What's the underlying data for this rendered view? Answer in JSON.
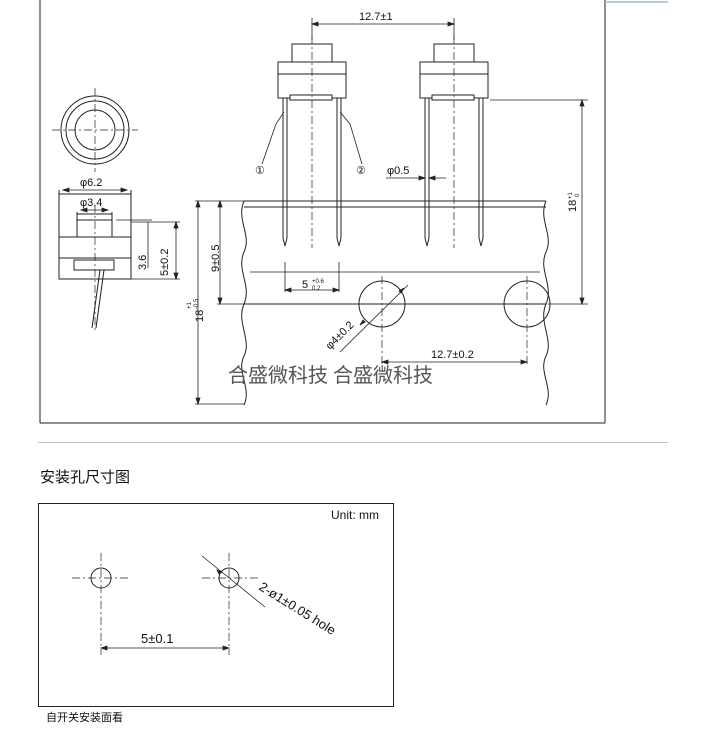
{
  "main_drawing": {
    "dims": {
      "pitch_top": "12.7±1",
      "dia_62": "φ6.2",
      "dia_34": "φ3.4",
      "h_36": "3.6",
      "h_5": "5±0.2",
      "h_9": "9±0.5",
      "h_18_left": "18",
      "h_18_left_tol_plus": "+1",
      "h_18_left_tol_minus": "-0.5",
      "h_18_right": "18",
      "h_18_right_tol_plus": "+1",
      "h_18_right_tol_minus": "0",
      "pin_05": "φ0.5",
      "w_5": "5",
      "w_5_tol_plus": "+0.6",
      "w_5_tol_minus": "0.2",
      "hole_dia": "φ4±0.2",
      "pitch_bottom": "12.7±0.2"
    },
    "callouts": [
      "①",
      "②"
    ],
    "watermark": "合盛微科技 合盛微科技"
  },
  "section_title": "安装孔尺寸图",
  "hole_drawing": {
    "unit": "Unit: mm",
    "spacing": "5±0.1",
    "hole_spec": "2-ø1±0.05 hole"
  },
  "caption": "自开关安装面看"
}
